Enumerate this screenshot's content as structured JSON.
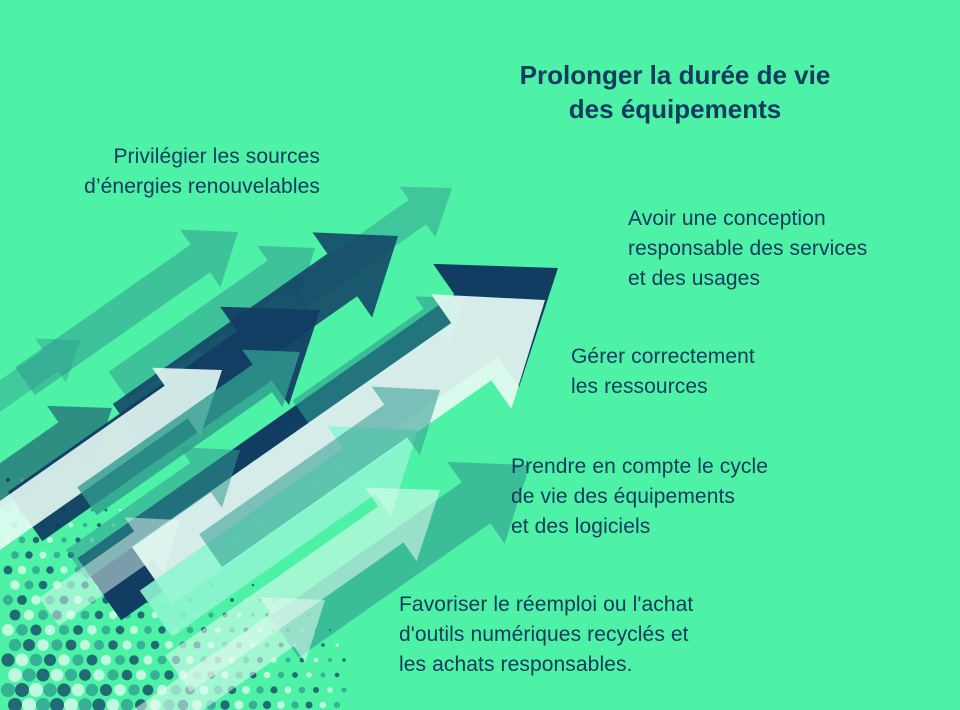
{
  "title": "Prolonger la durée de vie\ndes équipements",
  "items": [
    {
      "text": "Privilégier les sources\nd’énergies renouvelables"
    },
    {
      "text": "Avoir une conception\nresponsable des services\net des usages"
    },
    {
      "text": "Gérer correctement\nles ressources"
    },
    {
      "text": "Prendre en compte le cycle\nde vie des équipements\net des logiciels"
    },
    {
      "text": "Favoriser le réemploi ou l'achat\nd'outils numériques recyclés et\nles achats responsables."
    }
  ],
  "colors": {
    "background": "#4ef2a6",
    "navy": "#123d63",
    "teal": "#2f9b8f",
    "light": "#e6fbf3",
    "mint": "#8ef5cf"
  },
  "decoration": "upward-arrows-illustration"
}
